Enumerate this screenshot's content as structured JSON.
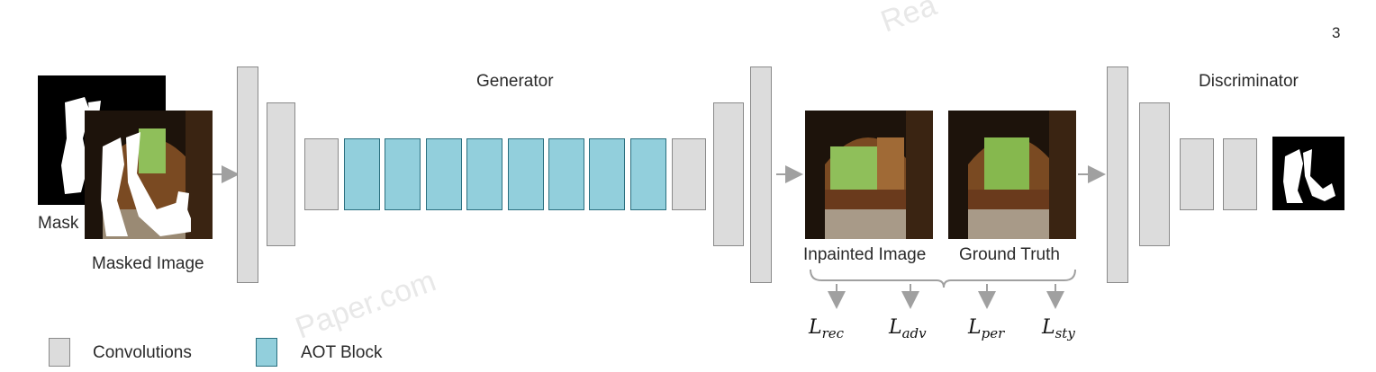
{
  "page_number": "3",
  "watermarks": [
    "Rea",
    "Paper.com"
  ],
  "labels": {
    "generator": "Generator",
    "discriminator": "Discriminator",
    "mask": "Mask",
    "masked_image": "Masked Image",
    "inpainted_image": "Inpainted Image",
    "ground_truth": "Ground Truth"
  },
  "losses": [
    {
      "symbol": "L",
      "sub": "rec"
    },
    {
      "symbol": "L",
      "sub": "adv"
    },
    {
      "symbol": "L",
      "sub": "per"
    },
    {
      "symbol": "L",
      "sub": "sty"
    }
  ],
  "legend": {
    "convolutions": "Convolutions",
    "aot_block": "AOT Block"
  },
  "colors": {
    "conv_fill": "#dcdcdc",
    "aot_fill": "#92cfdc",
    "arrow": "#a0a0a0"
  }
}
